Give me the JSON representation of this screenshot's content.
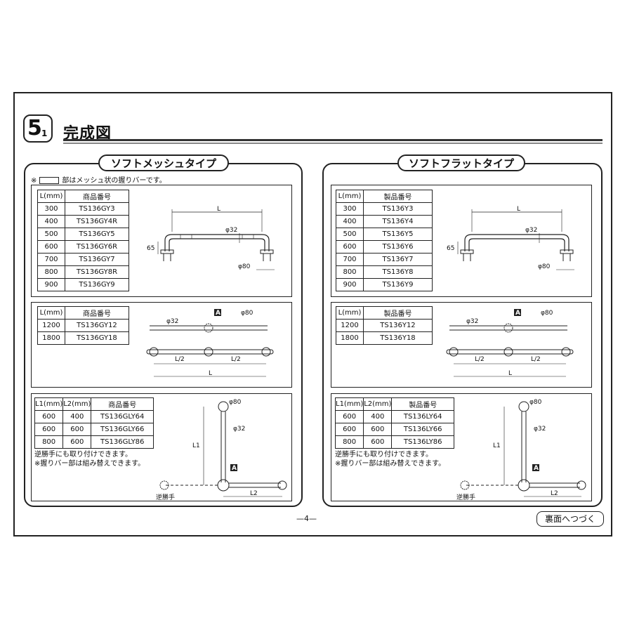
{
  "section": {
    "number": "5",
    "sub": "1",
    "title": "完成図"
  },
  "left": {
    "title": "ソフトメッシュタイプ",
    "note_prefix": "※",
    "note_text": "部はメッシュ状の握りバーです。",
    "table1": {
      "headers": [
        "L(mm)",
        "商品番号"
      ],
      "rows": [
        [
          "300",
          "TS136GY3"
        ],
        [
          "400",
          "TS136GY4R"
        ],
        [
          "500",
          "TS136GY5"
        ],
        [
          "600",
          "TS136GY6R"
        ],
        [
          "700",
          "TS136GY7"
        ],
        [
          "800",
          "TS136GY8R"
        ],
        [
          "900",
          "TS136GY9"
        ]
      ]
    },
    "table2": {
      "headers": [
        "L(mm)",
        "商品番号"
      ],
      "rows": [
        [
          "1200",
          "TS136GY12"
        ],
        [
          "1800",
          "TS136GY18"
        ]
      ]
    },
    "table3": {
      "headers": [
        "L1(mm)",
        "L2(mm)",
        "商品番号"
      ],
      "rows": [
        [
          "600",
          "400",
          "TS136GLY64"
        ],
        [
          "600",
          "600",
          "TS136GLY66"
        ],
        [
          "800",
          "600",
          "TS136GLY86"
        ]
      ]
    },
    "footnotes": [
      "逆勝手にも取り付けできます。",
      "※握りバー部は組み替えできます。"
    ],
    "reverse_label": "逆勝手"
  },
  "right": {
    "title": "ソフトフラットタイプ",
    "table1": {
      "headers": [
        "L(mm)",
        "製品番号"
      ],
      "rows": [
        [
          "300",
          "TS136Y3"
        ],
        [
          "400",
          "TS136Y4"
        ],
        [
          "500",
          "TS136Y5"
        ],
        [
          "600",
          "TS136Y6"
        ],
        [
          "700",
          "TS136Y7"
        ],
        [
          "800",
          "TS136Y8"
        ],
        [
          "900",
          "TS136Y9"
        ]
      ]
    },
    "table2": {
      "headers": [
        "L(mm)",
        "製品番号"
      ],
      "rows": [
        [
          "1200",
          "TS136Y12"
        ],
        [
          "1800",
          "TS136Y18"
        ]
      ]
    },
    "table3": {
      "headers": [
        "L1(mm)",
        "L2(mm)",
        "製品番号"
      ],
      "rows": [
        [
          "600",
          "400",
          "TS136LY64"
        ],
        [
          "600",
          "600",
          "TS136LY66"
        ],
        [
          "800",
          "600",
          "TS136LY86"
        ]
      ]
    },
    "footnotes": [
      "逆勝手にも取り付けできます。",
      "※握りバー部は組み替えできます。"
    ],
    "reverse_label": "逆勝手"
  },
  "dims": {
    "L": "L",
    "phi32": "φ32",
    "phi80": "φ80",
    "h65": "65",
    "half": "L/2",
    "A": "A",
    "L1": "L1",
    "L2": "L2"
  },
  "footer": {
    "page": "—4—",
    "continue": "裏面へつづく"
  }
}
